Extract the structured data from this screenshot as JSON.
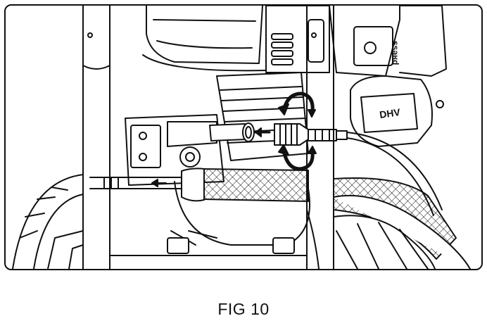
{
  "figure": {
    "caption": "FIG 10",
    "engine_logo_text": "DHV",
    "side_badge_text": "ssəʁd",
    "icons": [
      "rotate-cw-arrow-icon",
      "rotate-ccw-arrow-icon",
      "insert-arrow-icon",
      "flow-direction-arrow-icon"
    ],
    "stroke_color": "#111111",
    "background_color": "#ffffff"
  }
}
